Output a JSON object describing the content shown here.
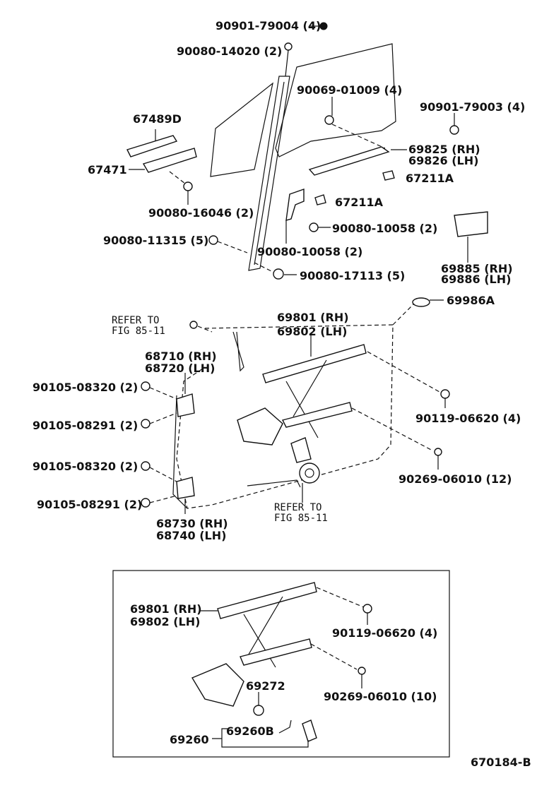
{
  "labels": {
    "p_90901_79004": "90901-79004 (4)",
    "p_90080_14020": "90080-14020 (2)",
    "p_90069_01009": "90069-01009 (4)",
    "p_90901_79003": "90901-79003 (4)",
    "p_67489D": "67489D",
    "p_67471": "67471",
    "p_69825": "69825 (RH)",
    "p_69826": "69826 (LH)",
    "p_67211A_a": "67211A",
    "p_67211A_b": "67211A",
    "p_90080_16046": "90080-16046 (2)",
    "p_90080_10058_a": "90080-10058 (2)",
    "p_90080_11315": "90080-11315 (5)",
    "p_90080_10058_b": "90080-10058 (2)",
    "p_90080_17113": "90080-17113 (5)",
    "p_69885": "69885 (RH)",
    "p_69886": "69886 (LH)",
    "p_69986A": "69986A",
    "ref1_a": "REFER TO",
    "ref1_b": "FIG 85-11",
    "p_69801_top": "69801 (RH)",
    "p_69802_top": "69802 (LH)",
    "p_68710": "68710 (RH)",
    "p_68720": "68720 (LH)",
    "p_90105_08320_a": "90105-08320 (2)",
    "p_90105_08291_a": "90105-08291 (2)",
    "p_90119_06620_top": "90119-06620 (4)",
    "p_90105_08320_b": "90105-08320 (2)",
    "p_90269_06010_top": "90269-06010 (12)",
    "p_90105_08291_b": "90105-08291 (2)",
    "ref2_a": "REFER TO",
    "ref2_b": "FIG 85-11",
    "p_68730": "68730 (RH)",
    "p_68740": "68740 (LH)",
    "p_69801_box": "69801 (RH)",
    "p_69802_box": "69802 (LH)",
    "p_90119_06620_box": "90119-06620 (4)",
    "p_69272": "69272",
    "p_90269_06010_box": "90269-06010 (10)",
    "p_69260": "69260",
    "p_69260B": "69260B",
    "figure_code": "670184-B"
  }
}
